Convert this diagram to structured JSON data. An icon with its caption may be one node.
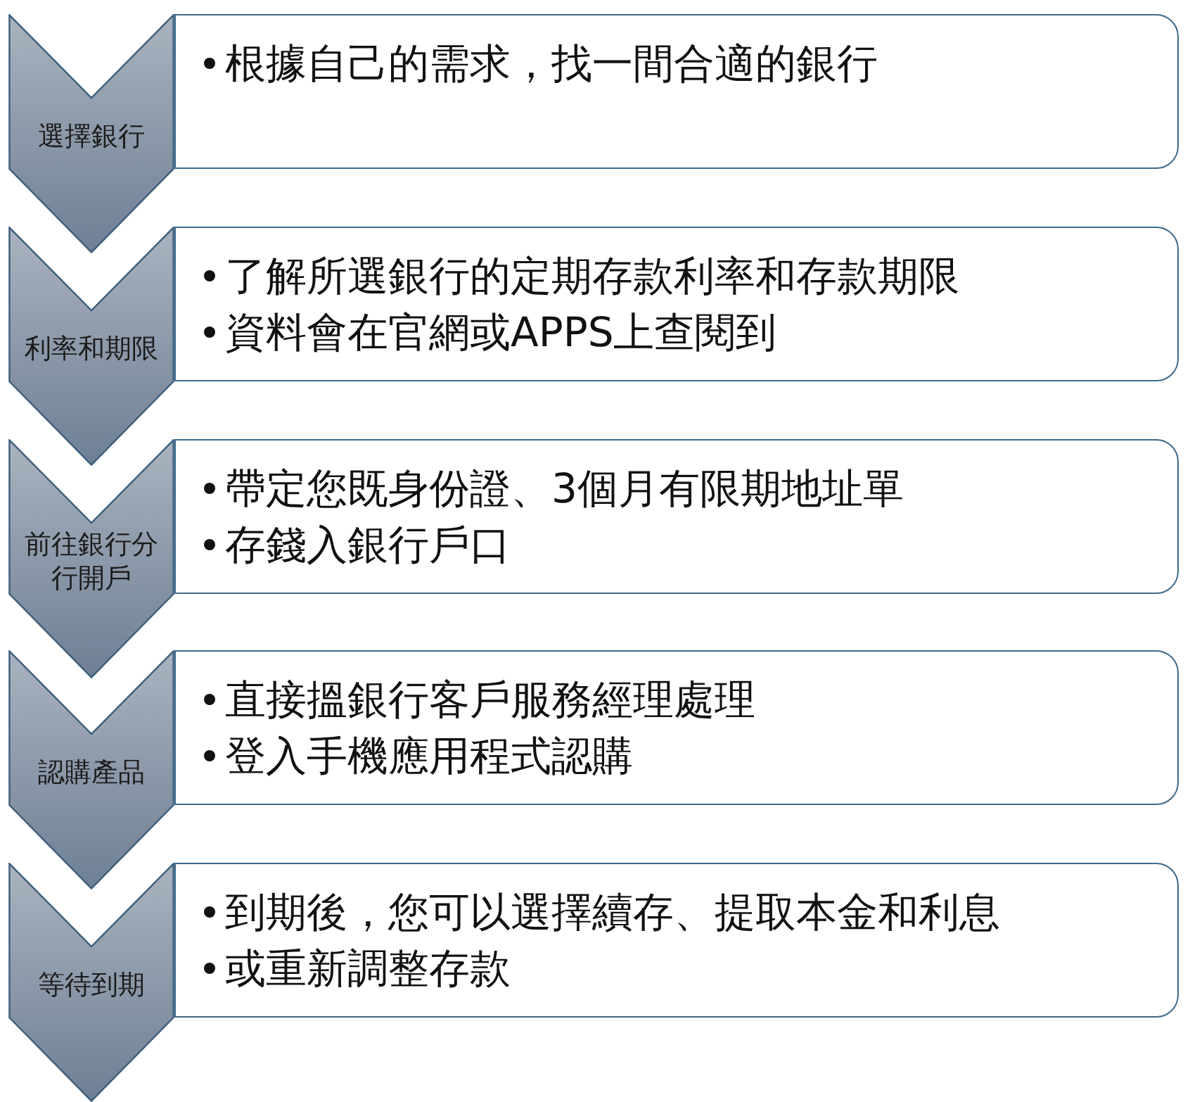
{
  "diagram": {
    "nodes": [
      {
        "text": [
          "選擇銀行"
        ]
      },
      {
        "text": [
          "根據自己的需求，找一間合適的銀行"
        ]
      },
      {
        "text": [
          "利率和期限"
        ]
      },
      {
        "text": [
          "了解所選銀行的定期存款利率和存款期限",
          "資料會在官網或APPS上查閱到"
        ]
      },
      {
        "text": [
          "前往銀行分行開戶"
        ]
      },
      {
        "text": [
          "帶定您既身份證、3個月有限期地址單",
          "存錢入銀行戶口"
        ]
      },
      {
        "text": [
          "認購產品"
        ]
      },
      {
        "text": [
          "直接搵銀行客戶服務經理處理",
          "登入手機應用程式認購"
        ]
      },
      {
        "text": [
          "等待到期"
        ]
      },
      {
        "text": [
          "到期後，您可以選擇續存、提取本金和利息",
          "或重新調整存款"
        ]
      }
    ]
  }
}
